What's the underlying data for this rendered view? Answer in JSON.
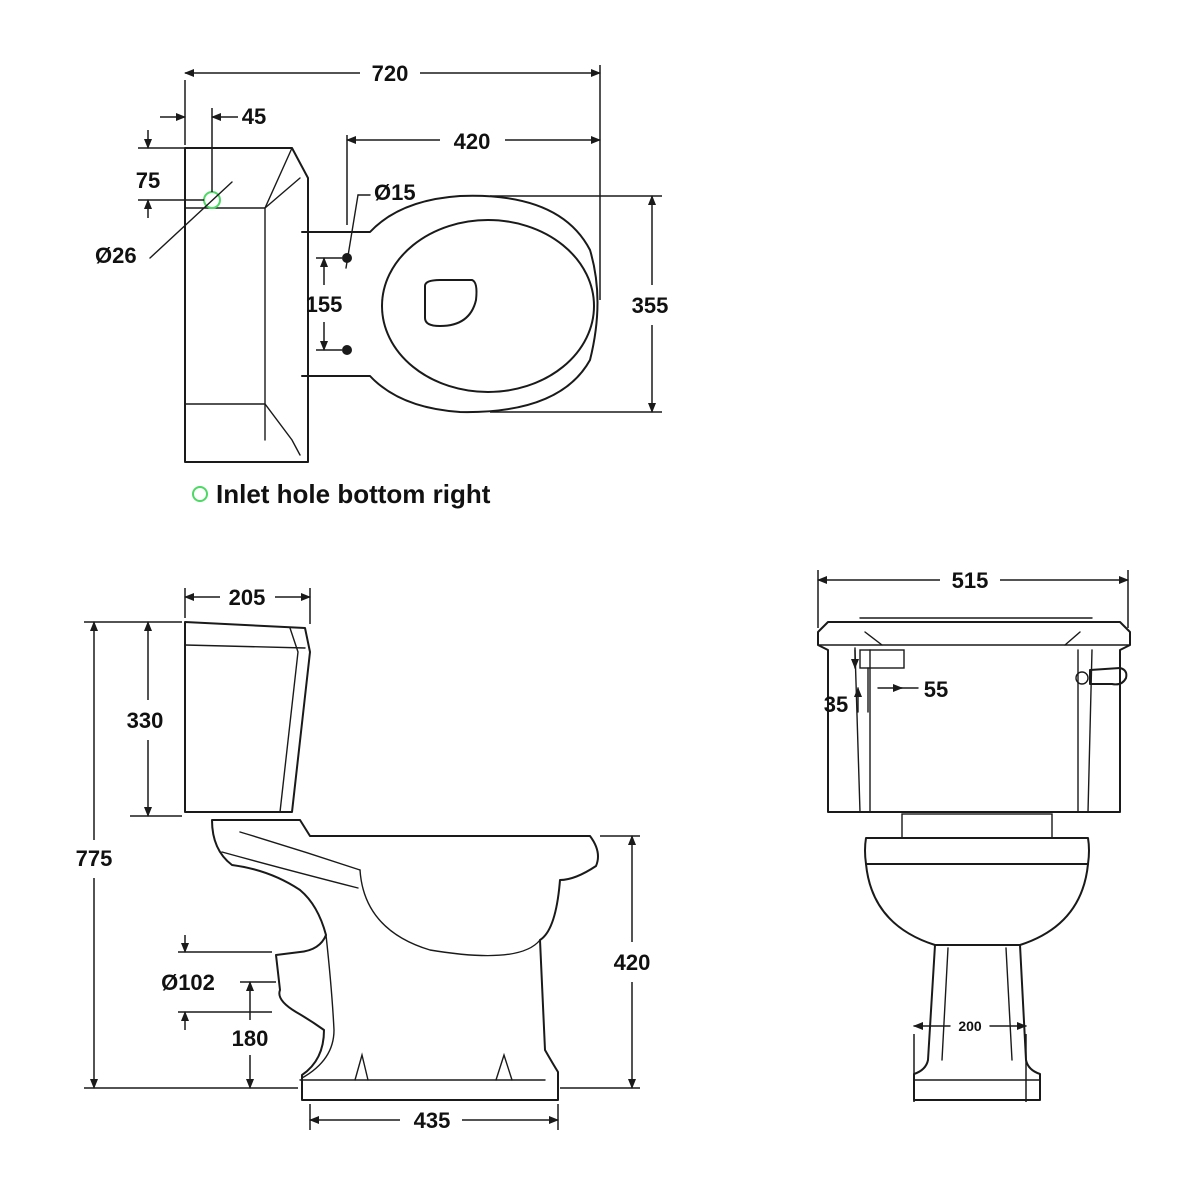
{
  "colors": {
    "line": "#1a1a1a",
    "inlet_marker": "#4cd964",
    "background": "#ffffff"
  },
  "top_view": {
    "dims": {
      "overall_length": "720",
      "inlet_offset_x": "45",
      "inlet_offset_y": "75",
      "inlet_diameter": "Ø26",
      "bowl_length": "420",
      "fixing_hole_diameter": "Ø15",
      "fixing_hole_spacing": "155",
      "bowl_width": "355"
    },
    "note": "Inlet hole bottom right",
    "note_icon": "green-circle-icon"
  },
  "side_view": {
    "dims": {
      "cistern_depth": "205",
      "cistern_height": "330",
      "overall_height": "775",
      "outlet_diameter": "Ø102",
      "outlet_height": "180",
      "pan_height": "420",
      "base_length": "435"
    }
  },
  "front_view": {
    "dims": {
      "cistern_width": "515",
      "inlet_height": "35",
      "inlet_offset": "55",
      "pedestal_width": "200"
    }
  }
}
